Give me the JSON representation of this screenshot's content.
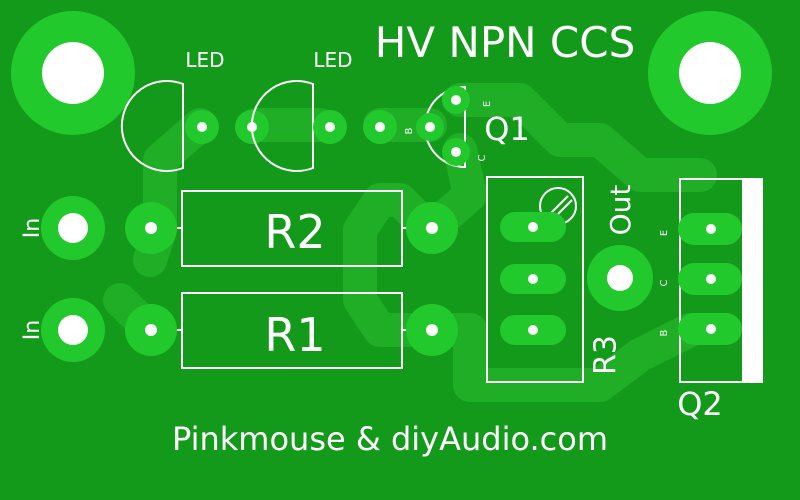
{
  "board": {
    "title": "HV NPN CCS",
    "credit": "Pinkmouse & diyAudio.com",
    "colors": {
      "board": "#139a1b",
      "copper": "#1fae26",
      "pad": "#22c92c",
      "silkscreen": "#ffffff",
      "hole": "#ffffff"
    }
  },
  "labels": {
    "led1": "LED",
    "led2": "LED",
    "q1": "Q1",
    "q1_e": "E",
    "q1_b": "B",
    "q1_c": "C",
    "r1": "R1",
    "r2": "R2",
    "r3": "R3",
    "q2": "Q2",
    "q2_e": "E",
    "q2_c": "C",
    "q2_b": "B",
    "in1": "In",
    "in2": "In",
    "out": "Out"
  },
  "icons": {
    "mounting_hole": "circle",
    "pad": "circle",
    "trimmer": "screw-slot"
  }
}
